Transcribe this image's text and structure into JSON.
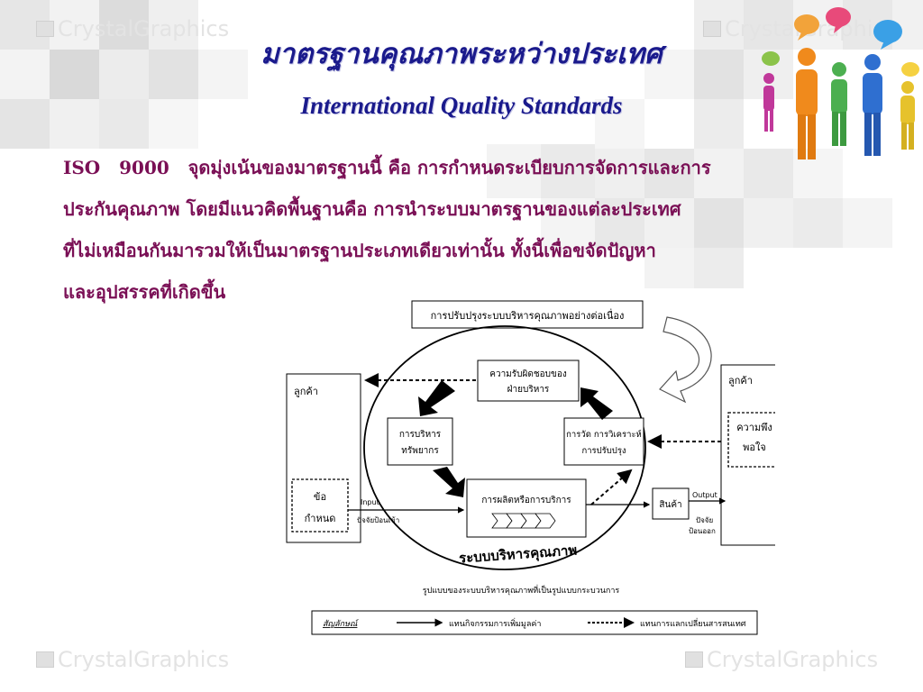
{
  "page": {
    "title_thai": "มาตรฐานคุณภาพระหว่างประเทศ",
    "title_english": "International Quality Standards",
    "body_lines": [
      "ISO   9000   จุดมุ่งเน้นของมาตรฐานนี้ คือ การกำหนดระเบียบการจัดการและการ",
      "ประกันคุณภาพ โดยมีแนวคิดพื้นฐานคือ การนำระบบมาตรฐานของแต่ละประเทศ",
      "ที่ไม่เหมือนกันมารวมให้เป็นมาตรฐานประเภทเดียวเท่านั้น ทั้งนี้เพื่อขจัดปัญหา",
      "และอุปสรรคที่เกิดขึ้น"
    ]
  },
  "watermarks": [
    "CrystalGraphics",
    "CrystalGraphics",
    "CrystalGraphics",
    "CrystalGraphics"
  ],
  "diagram": {
    "top_label": "การปรับปรุงระบบบริหารคุณภาพอย่างต่อเนื่อง",
    "left_customer": "ลูกค้า",
    "left_requirement_1": "ข้อ",
    "left_requirement_2": "กำหนด",
    "input_label": "Input",
    "input_factor": "ปัจจัยป้อนเข้า",
    "mgmt_resp_1": "ความรับผิดชอบของ",
    "mgmt_resp_2": "ฝ่ายบริหาร",
    "resource_1": "การบริหาร",
    "resource_2": "ทรัพยากร",
    "measure_1": "การวัด การวิเคราะห์",
    "measure_2": "การปรับปรุง",
    "production": "การผลิตหรือการบริการ",
    "qms_label": "ระบบบริหารคุณภาพ",
    "product": "สินค้า",
    "output_label": "Output",
    "output_factor_1": "ปัจจัย",
    "output_factor_2": "ป้อนออก",
    "right_customer": "ลูกค้า",
    "satisfaction_1": "ความพึง",
    "satisfaction_2": "พอใจ",
    "caption": "รูปแบบของระบบบริหารคุณภาพที่เป็นรูปแบบกระบวนการ",
    "legend_title": "สัญลักษณ์",
    "legend_solid": "แทนกิจกรรมการเพิ่มมูลค่า",
    "legend_dotted": "แทนการแลกเปลี่ยนสารสนเทศ"
  }
}
